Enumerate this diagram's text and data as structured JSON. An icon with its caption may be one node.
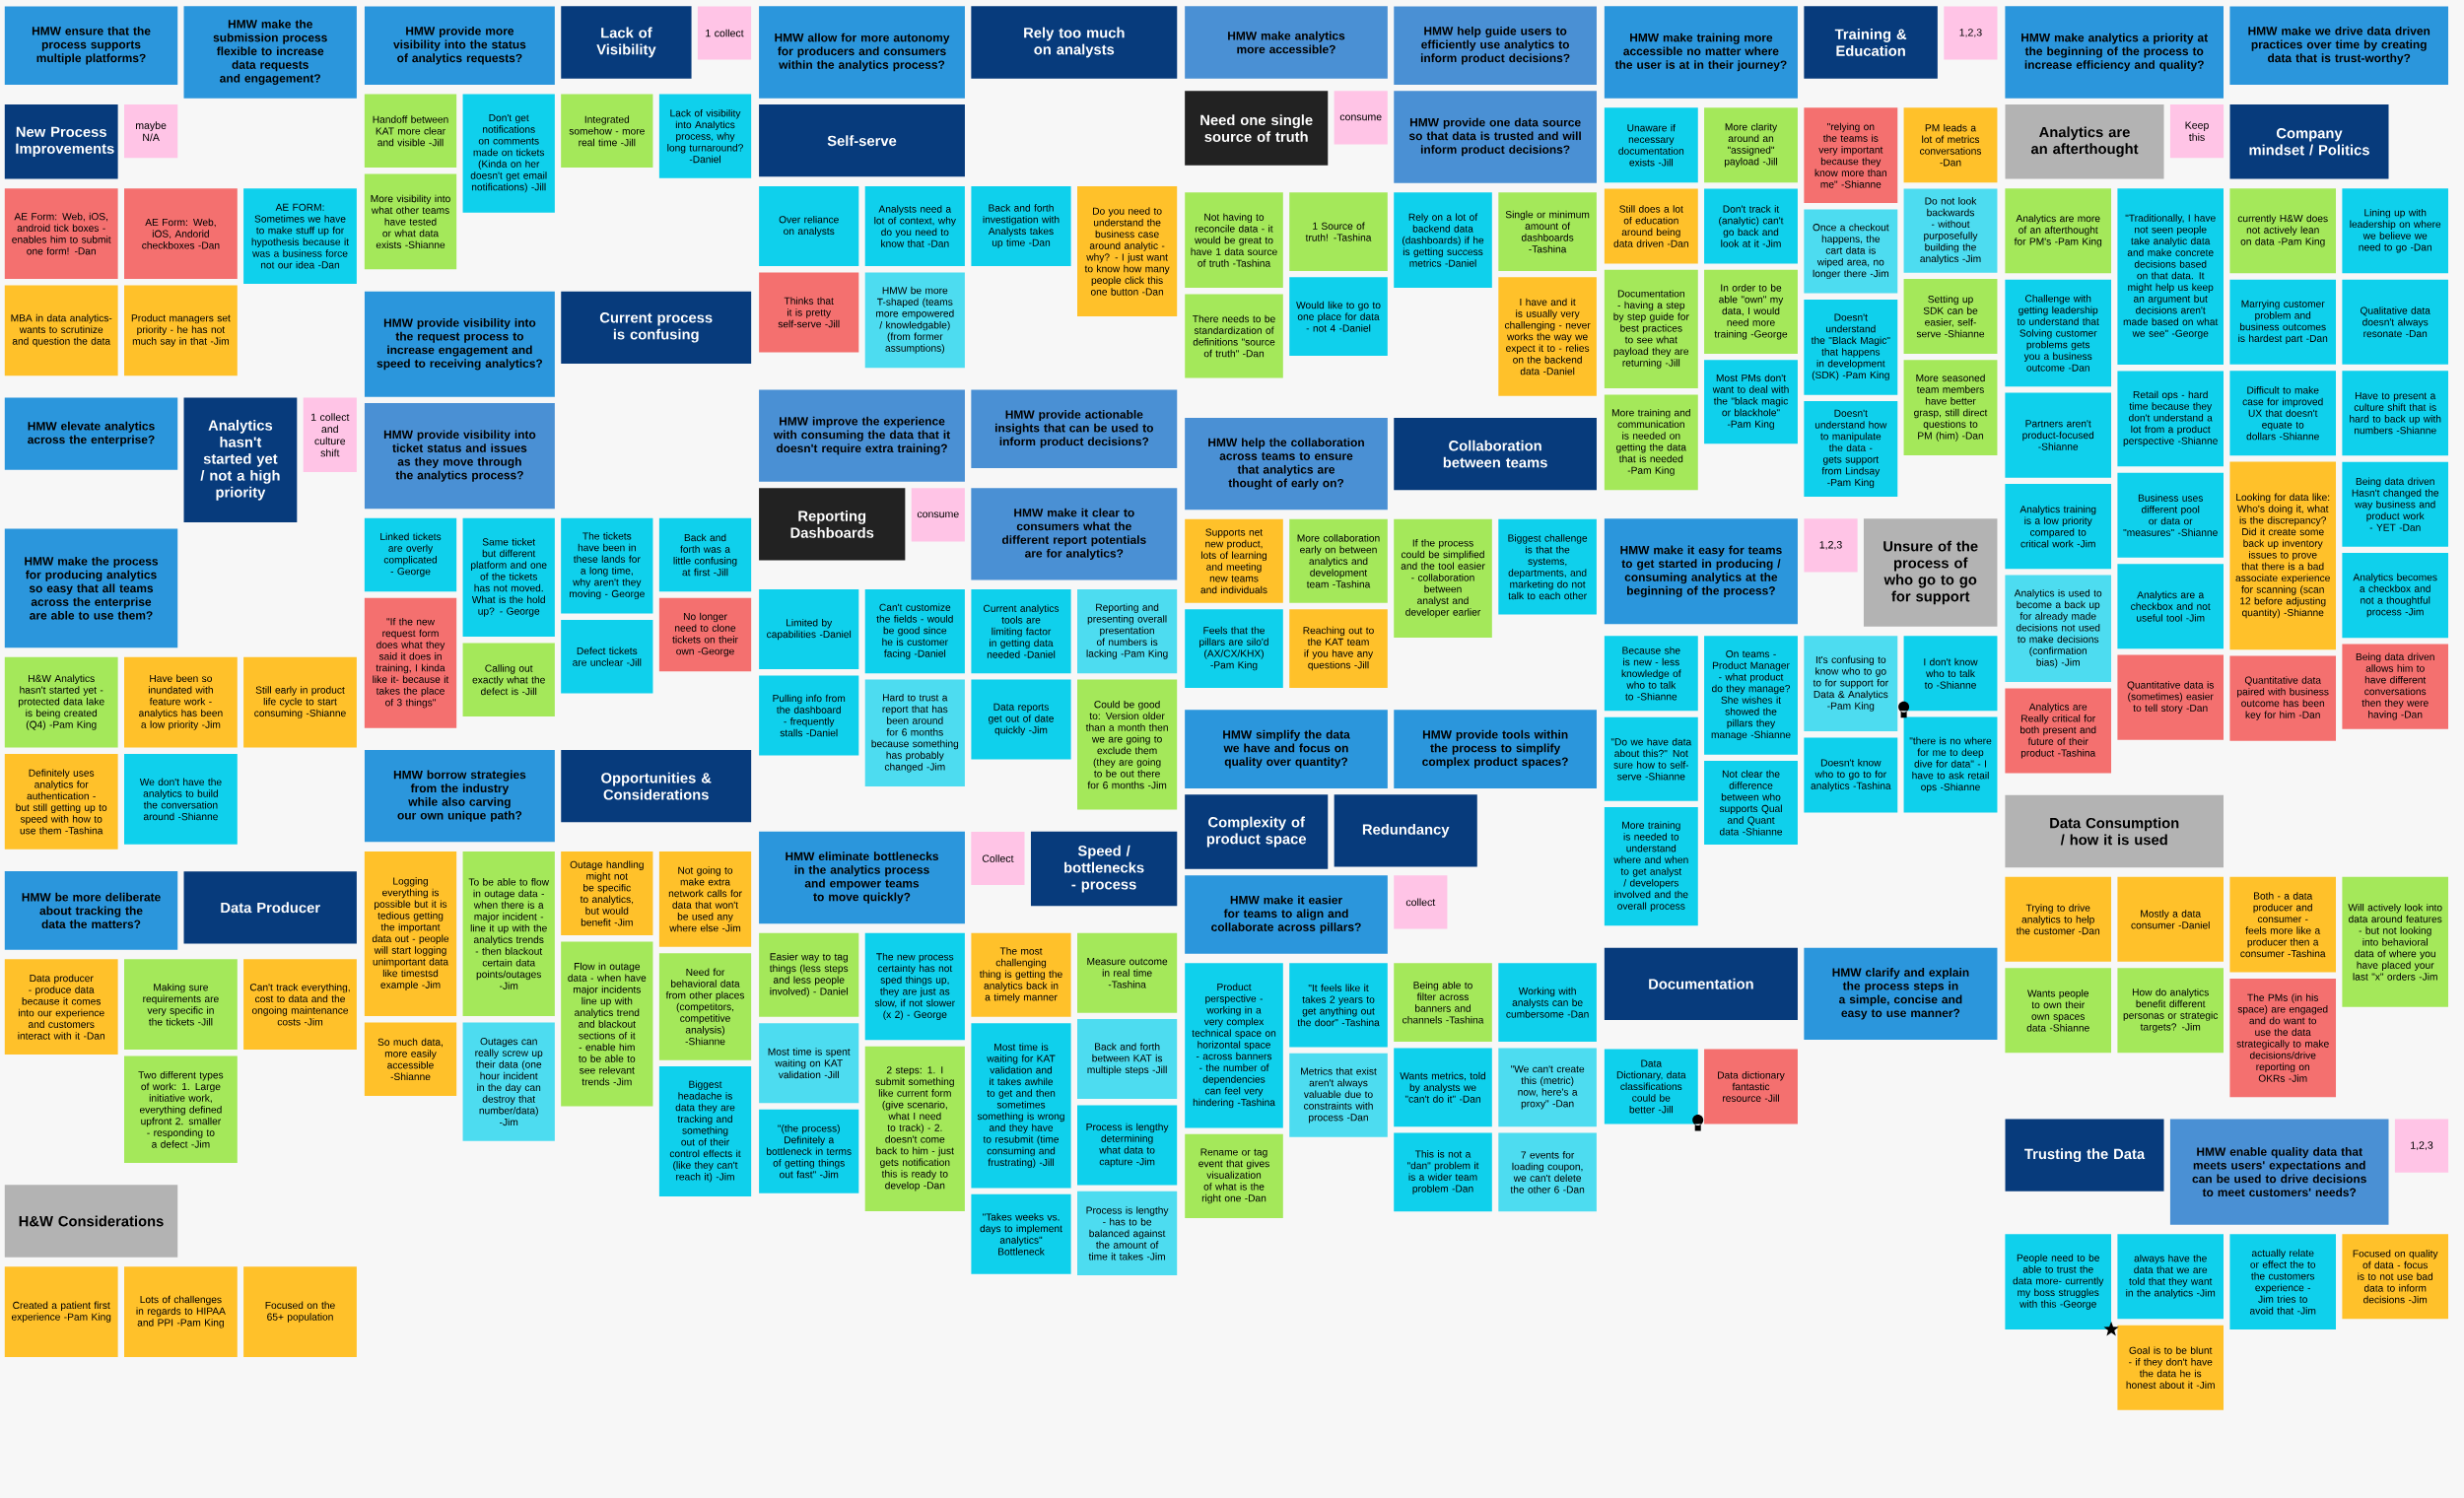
{
  "diagram": {
    "nodes": [
      {
        "text": [
          "HMW ensure that the process supports multiple platforms?"
        ]
      },
      {
        "text": [
          "HMW make the submission process flexible to increase data requests and engagement?"
        ]
      },
      {
        "text": [
          "New Process Improvements"
        ]
      },
      {
        "text": [
          "maybe N/A"
        ]
      },
      {
        "text": [
          "AE Form: Web, iOS, android tick boxes - enables him to submit one form! -Dan"
        ]
      },
      {
        "text": [
          "AE Form: Web, iOS, Andorid checkboxes -Dan"
        ]
      },
      {
        "text": [
          "AE FORM: Sometimes we have to make stuff up for hypothesis because it was a business force not our idea -Dan"
        ]
      },
      {
        "text": [
          "HMW provide more visibility into the status of analytics requests?"
        ]
      },
      {
        "text": [
          "HMW provide visibility into the request process to increase engagement and speed to receiving analytics?"
        ]
      },
      {
        "text": [
          "Lack of Visibility"
        ]
      },
      {
        "text": [
          "1 collect"
        ]
      },
      {
        "text": [
          "Current process is confusing"
        ]
      },
      {
        "text": [
          "HMW provide visibility into ticket status and issues as they move through the analytics process?"
        ]
      },
      {
        "text": [
          "Handoff between KAT more clear and visible -Jill"
        ]
      },
      {
        "text": [
          "Don't get notifications on comments made on tickets (Kinda on her doesn't get email notifications) -Jill"
        ]
      },
      {
        "text": [
          "Integrated somehow - more real time -Jill"
        ]
      },
      {
        "text": [
          "Lack of visibility into Analytics process, why long turnaround? -Daniel"
        ]
      },
      {
        "text": [
          "More visibility into what other teams have tested or what data exists -Shianne"
        ]
      },
      {
        "text": [
          "Linked tickets are overly complicated - George"
        ]
      },
      {
        "text": [
          "Same ticket but different platform and one of the tickets has not moved. What is the hold up? - George"
        ]
      },
      {
        "text": [
          "The tickets have been in these lands for a long time, why aren't they moving - George"
        ]
      },
      {
        "text": [
          "Back and forth was a little confusing at first -Jill"
        ]
      },
      {
        "text": [
          "\"If the new request form does what they said it does in training, I kinda like it- because it takes the place of 3 things\""
        ]
      },
      {
        "text": [
          "No longer need to clone tickets on their own -George"
        ]
      },
      {
        "text": [
          "Defect tickets are unclear -Jill"
        ]
      },
      {
        "text": [
          "Calling out exactly what the defect is -Jill"
        ]
      },
      {
        "text": [
          "HMW elevate analytics across the enterprise?"
        ]
      },
      {
        "text": [
          "Analytics hasn't started yet / not a high priority"
        ]
      },
      {
        "text": [
          "1 collect and culture shift"
        ]
      },
      {
        "text": [
          "HMW make the process for producing analytics so easy that all teams across the enterprise are able to use them?"
        ]
      },
      {
        "text": [
          "H&W Analytics hasn't started yet - protected data lake is being created (Q4) -Pam King"
        ]
      },
      {
        "text": [
          "Have been so inundated with feature work - analytics has been a low priority -Jim"
        ]
      },
      {
        "text": [
          "Still early in product life cycle to start consuming -Shianne"
        ]
      },
      {
        "text": [
          "Definitely uses analytics for authentication - but still getting up to speed with how to use them -Tashina"
        ]
      },
      {
        "text": [
          "We don't have the analytics to build the conversation around -Shianne"
        ]
      },
      {
        "text": [
          "MBA in data analytics- wants to scrutinize and question the data"
        ]
      },
      {
        "text": [
          "Product managers set priority - he has not much say in that -Jim"
        ]
      },
      {
        "text": [
          "HMW allow for more autonomy for producers and consumers within the analytics process?"
        ]
      },
      {
        "text": [
          "Rely too much on analysts"
        ]
      },
      {
        "text": [
          "Self-serve"
        ]
      },
      {
        "text": [
          "Over reliance on analysts"
        ]
      },
      {
        "text": [
          "Analysts need a lot of context, why do you need to know that -Dan"
        ]
      },
      {
        "text": [
          "Back and forth investigation with Analysts takes up time -Dan"
        ]
      },
      {
        "text": [
          "Do you need to understand the business case around analytic - why? - I just want to know how many people click this one button -Dan"
        ]
      },
      {
        "text": [
          "Thinks that it is pretty self-serve -Jill"
        ]
      },
      {
        "text": [
          "HMW be more T-shaped (teams more empowered / knowledgable) (from former assumptions)"
        ]
      },
      {
        "text": [
          "HMW improve the experience with consuming the data that it doesn't require extra training?"
        ]
      },
      {
        "text": [
          "HMW provide actionable insights that can be used to inform product decisions?"
        ]
      },
      {
        "text": [
          "Reporting Dashboards"
        ]
      },
      {
        "text": [
          "consume"
        ]
      },
      {
        "text": [
          "HMW make it clear to consumers what the different report potentials are for analytics?"
        ]
      },
      {
        "text": [
          "Limited by capabilities -Daniel"
        ]
      },
      {
        "text": [
          "Can't customize the fields - would be good since he is customer facing -Daniel"
        ]
      },
      {
        "text": [
          "Current analytics tools are limiting factor in getting data needed -Daniel"
        ]
      },
      {
        "text": [
          "Reporting and presenting overall presentation of numbers is lacking -Pam King"
        ]
      },
      {
        "text": [
          "Pulling info from the dashboard - frequently stalls -Daniel"
        ]
      },
      {
        "text": [
          "Hard to trust a report that has been around for 6 months because something has probably changed -Jim"
        ]
      },
      {
        "text": [
          "Data reports get out of date quickly -Jim"
        ]
      },
      {
        "text": [
          "Could be good to: Version older than a month then we are going to exclude them (they are going to be out there for 6 months -Jim"
        ]
      },
      {
        "text": [
          "HMW make analytics more accessible?"
        ]
      },
      {
        "text": [
          "HMW help guide users to efficiently use analytics to inform product decisions?"
        ]
      },
      {
        "text": [
          "Need one single source of truth"
        ]
      },
      {
        "text": [
          "consume"
        ]
      },
      {
        "text": [
          "HMW provide one data source so that data is trusted and will inform product decisions?"
        ]
      },
      {
        "text": [
          "Not having to reconcile data - it would be great to have 1 data source of truth -Tashina"
        ]
      },
      {
        "text": [
          "1 Source of truth! -Tashina"
        ]
      },
      {
        "text": [
          "Rely on a lot of backend data (dashboards) if he is getting success metrics -Daniel"
        ]
      },
      {
        "text": [
          "Single or minimum amount of dashboards -Tashina"
        ]
      },
      {
        "text": [
          "Would like to go to one place for data - not 4 -Daniel"
        ]
      },
      {
        "text": [
          "I have and it is usually very challenging - never works the way we expect it to - relies on the backend data -Daniel"
        ]
      },
      {
        "text": [
          "There needs to be standardization of definitions \"source of truth\" -Dan"
        ]
      },
      {
        "text": [
          "HMW help the collaboration across teams to ensure that analytics are thought of early on?"
        ]
      },
      {
        "text": [
          "Collaboration between teams"
        ]
      },
      {
        "text": [
          "Supports net new product, lots of learning and meeting new teams and individuals"
        ]
      },
      {
        "text": [
          "More collaboration early on between analytics and development team -Tashina"
        ]
      },
      {
        "text": [
          "If the process could be simplified and the tool easier - collaboration between analyst and developer earlier"
        ]
      },
      {
        "text": [
          "Biggest challenge is that the systems, departments, and marketing do not talk to each other"
        ]
      },
      {
        "text": [
          "Feels that the pillars are silo'd (AX/CX/KHX) -Pam King"
        ]
      },
      {
        "text": [
          "Reaching out to the KAT team if you have any questions -Jill"
        ]
      },
      {
        "text": [
          "HMW make training more accessible no matter where the user is at in their journey?"
        ]
      },
      {
        "text": [
          "Training & Education"
        ]
      },
      {
        "text": [
          "1,2,3"
        ]
      },
      {
        "text": [
          "Unaware if necessary documentation exists -Jill"
        ]
      },
      {
        "text": [
          "More clarity around an \"assigned\" payload -Jill"
        ]
      },
      {
        "text": [
          "\"relying on the teams is very important because they know more than me\" -Shianne"
        ]
      },
      {
        "text": [
          "PM leads a lot of metrics conversations -Dan"
        ]
      },
      {
        "text": [
          "Still does a lot of education around being data driven -Dan"
        ]
      },
      {
        "text": [
          "Don't track it (analytic) can't go back and look at it -Jim"
        ]
      },
      {
        "text": [
          "Do not look backwards - without purposefully building the analytics -Jim"
        ]
      },
      {
        "text": [
          "Once a checkout happens, the cart data is wiped area, no longer there -Jim"
        ]
      },
      {
        "text": [
          "Documentation - having a step by step guide for best practices to see what payload they are returning -Jill"
        ]
      },
      {
        "text": [
          "In order to be able \"own\" my data, I would need more training -George"
        ]
      },
      {
        "text": [
          "Setting up SDK can be easier, self-serve -Shianne"
        ]
      },
      {
        "text": [
          "Doesn't understand the \"Black Magic\" that happens in development (SDK) -Pam King"
        ]
      },
      {
        "text": [
          "Most PMs don't want to deal with the \"black magic or blackhole\" -Pam King"
        ]
      },
      {
        "text": [
          "More seasoned team members have better grasp, still direct questions to PM (him) -Dan"
        ]
      },
      {
        "text": [
          "More training and communication is needed on getting the data that is needed -Pam King"
        ]
      },
      {
        "text": [
          "Doesn't understand how to manipulate the data - gets support from Lindsay -Pam King"
        ]
      },
      {
        "text": [
          "HMW make analytics a priority at the beginning of the process to increase efficiency and quality?"
        ]
      },
      {
        "text": [
          "HMW make we drive data driven practices over time by creating data that is trust-worthy?"
        ]
      },
      {
        "text": [
          "Analytics are an afterthought"
        ]
      },
      {
        "text": [
          "Keep this"
        ]
      },
      {
        "text": [
          "Company mindset / Politics"
        ]
      },
      {
        "text": [
          "Data Consumption / how it is used"
        ]
      },
      {
        "text": [
          "Analytics are more of an afterthought for PM's -Pam King"
        ]
      },
      {
        "text": [
          "\"Traditionally, I have not seen people take analytic data and make concrete decisions based on that data. It might help us keep an argument but decisions aren't made based on what we see\" -George"
        ]
      },
      {
        "text": [
          "currently H&W does not actively lean on data -Pam King"
        ]
      },
      {
        "text": [
          "Lining up with leadership on where we believe we need to go -Dan"
        ]
      },
      {
        "text": [
          "Challenge with getting leadership to understand that Solving customer problems gets you a business outcome -Dan"
        ]
      },
      {
        "text": [
          "Marrying customer problem and business outcomes is hardest part -Dan"
        ]
      },
      {
        "text": [
          "Qualitative data doesn't always resonate -Dan"
        ]
      },
      {
        "text": [
          "Difficult to make case for improved UX that doesn't equate to dollars -Shianne"
        ]
      },
      {
        "text": [
          "Have to present a culture shift that is hard to back up with numbers -Shianne"
        ]
      },
      {
        "text": [
          "Retail ops - hard time because they don't understand a lot from a product perspective -Shianne"
        ]
      },
      {
        "text": [
          "Partners aren't product-focused -Shianne"
        ]
      },
      {
        "text": [
          "Looking for data like: Who's doing it, what is the discrepancy? Did it create some back up inventory issues to prove that there is a bad associate experience for scanning (scan 12 before adjusting quantity) -Shianne"
        ]
      },
      {
        "text": [
          "Being data driven Hasn't changed the way business and product work - YET -Dan"
        ]
      },
      {
        "text": [
          "Business uses different pool or data or \"measures\" -Shianne"
        ]
      },
      {
        "text": [
          "Analytics training is a low priority compared to critical work -Jim"
        ]
      },
      {
        "text": [
          "Analytics becomes a checkbox and not a thoughtful process -Jim"
        ]
      },
      {
        "text": [
          "Analytics are a checkbox and not useful tool -Jim"
        ]
      },
      {
        "text": [
          "Analytics is used to become a back up for already made decisions not used to make decisions (confirmation bias) -Jim"
        ]
      },
      {
        "text": [
          "Being data driven allows him to have different conversations then they were having -Dan"
        ]
      },
      {
        "text": [
          "Quantitative data is (sometimes) easier to tell story -Dan"
        ]
      },
      {
        "text": [
          "Quantitative data paired with business outcome has been key for him -Dan"
        ]
      },
      {
        "text": [
          "Analytics are Really critical for both present and future of their product -Tashina"
        ]
      },
      {
        "text": [
          "Trying to drive analytics to help the customer -Dan"
        ]
      },
      {
        "text": [
          "Mostly a data consumer -Daniel"
        ]
      },
      {
        "text": [
          "Both - a data producer and consumer - feels more like a producer then a consumer -Tashina"
        ]
      },
      {
        "text": [
          "Will actively look into data around features - but not looking into behavioral data of where you have placed your last \"x\" orders -Jim"
        ]
      },
      {
        "text": [
          "Wants people to own their own spaces data -Shianne"
        ]
      },
      {
        "text": [
          "How do analytics benefit different personas or strategic targets? -Jim"
        ]
      },
      {
        "text": [
          "The PMs (in his space) are engaged and do want to use the data strategically to make decisions/drive reporting on OKRs -Jim"
        ]
      },
      {
        "text": [
          "HMW be more deliberate about tracking the data the matters?"
        ]
      },
      {
        "text": [
          "Data Producer"
        ]
      },
      {
        "text": [
          "Data producer - produce data because it comes into our experience and customers interact with it -Dan"
        ]
      },
      {
        "text": [
          "Making sure requirements are very specific in the tickets -Jill"
        ]
      },
      {
        "text": [
          "Can't track everything, cost to data and the ongoing maintenance costs -Jim"
        ]
      },
      {
        "text": [
          "Two different types of work: 1. Large initiative work, everything defined upfront 2. smaller - responding to a defect -Jim"
        ]
      },
      {
        "text": [
          "H&W Considerations"
        ]
      },
      {
        "text": [
          "Created a patient first experience -Pam King"
        ]
      },
      {
        "text": [
          "Lots of challenges in regards to HIPAA and PPI -Pam King"
        ]
      },
      {
        "text": [
          "Focused on the 65+ population"
        ]
      },
      {
        "text": [
          "HMW borrow strategies from the industry while also carving our own unique path?"
        ]
      },
      {
        "text": [
          "Opportunities & Considerations"
        ]
      },
      {
        "text": [
          "Logging everything is possible but it is tedious getting the important data out - people will start logging unimportant data like timestsd example -Jim"
        ]
      },
      {
        "text": [
          "To be able to flow in outage data - when there is a major incident - line it up with the analytics trends - then blackout certain data points/outages -Jim"
        ]
      },
      {
        "text": [
          "Outage handling might not be specific to analytics, but would benefit -Jim"
        ]
      },
      {
        "text": [
          "Not going to make extra network calls for data that won't be used any where else -Jim"
        ]
      },
      {
        "text": [
          "Flow in outage data - when have major incidents line up with analytics trend and blackout sections of it - enable him to be able to see relevant trends -Jim"
        ]
      },
      {
        "text": [
          "Need for behavioral data from other places (competitors, competitive analysis) -Shianne"
        ]
      },
      {
        "text": [
          "So much data, more easily accessible -Shianne"
        ]
      },
      {
        "text": [
          "Outages can really screw up their data (one hour incident in the day can destroy that number/data) -Jim"
        ]
      },
      {
        "text": [
          "Biggest headache is data they are tracking and something out of their control effects it (like they can't reach it) -Jim"
        ]
      },
      {
        "text": [
          "HMW eliminate bottlenecks in the analytics process and empower teams to move quickly?"
        ]
      },
      {
        "text": [
          "Collect"
        ]
      },
      {
        "text": [
          "Speed / bottlenecks - process"
        ]
      },
      {
        "text": [
          "Easier way to tag things (less steps and less people involved) - Daniel"
        ]
      },
      {
        "text": [
          "The new process certainty has not sped things up, they are just as slow, if not slower (x 2) - George"
        ]
      },
      {
        "text": [
          "The most challenging thing is getting the analytics back in a timely manner"
        ]
      },
      {
        "text": [
          "Measure outcome in real time -Tashina"
        ]
      },
      {
        "text": [
          "Back and forth between KAT is multiple steps -Jill"
        ]
      },
      {
        "text": [
          "Most time is spent waiting on KAT validation -Jill"
        ]
      },
      {
        "text": [
          "Most time is waiting for KAT validation and it takes awhile to get and then sometimes something is wrong and they have to resubmit (time consuming and frustrating) -Jill"
        ]
      },
      {
        "text": [
          "2 steps: 1. I submit something like current form (give scenario, what I need to track) - 2. doesn't come back to him - just gets notification this is ready to develop -Dan"
        ]
      },
      {
        "text": [
          "Process is lengthy determining what data to capture -Jim"
        ]
      },
      {
        "text": [
          "\"(the process) Definitely a bottleneck in terms of getting things out fast\" -Jim"
        ]
      },
      {
        "text": [
          "Process is lengthy - has to be balanced against the amount of time it takes -Jim"
        ]
      },
      {
        "text": [
          "\"Takes weeks vs. days to implement analytics\" Bottleneck"
        ]
      },
      {
        "text": [
          "HMW simplify the data we have and focus on quality over quantity?"
        ]
      },
      {
        "text": [
          "HMW provide tools within the process to simplify complex product spaces?"
        ]
      },
      {
        "text": [
          "Complexity of product space"
        ]
      },
      {
        "text": [
          "Redundancy"
        ]
      },
      {
        "text": [
          "HMW make it easier for teams to align and collaborate across pillars?"
        ]
      },
      {
        "text": [
          "collect"
        ]
      },
      {
        "text": [
          "Product perspective - working in a very complex technical space on horizontal space - across banners - the number of dependencies can feel very hindering -Tashina"
        ]
      },
      {
        "text": [
          "\"It feels like it takes 2 years to get anything out the door\" -Tashina"
        ]
      },
      {
        "text": [
          "Being able to filter across banners and channels -Tashina"
        ]
      },
      {
        "text": [
          "Working with analysts can be cumbersome -Dan"
        ]
      },
      {
        "text": [
          "Wants metrics, told by analysts we \"can't do it\" -Dan"
        ]
      },
      {
        "text": [
          "\"We can't create this (metric) now, here's a proxy\" -Dan"
        ]
      },
      {
        "text": [
          "Metrics that exist aren't always valuable due to constraints with process -Dan"
        ]
      },
      {
        "text": [
          "This is not a \"dan\" problem it is a wider team problem -Dan"
        ]
      },
      {
        "text": [
          "7 events for loading coupon, we can't delete the other 6 -Dan"
        ]
      },
      {
        "text": [
          "Rename or tag event that gives visualization of what is the right one -Dan"
        ]
      },
      {
        "text": [
          "HMW make it easy for teams to get started in producing / consuming analytics at the beginning of the process?"
        ]
      },
      {
        "text": [
          "1,2,3"
        ]
      },
      {
        "text": [
          "Unsure of the process of who go to go for support"
        ]
      },
      {
        "text": [
          "Because she is new - less knowledge of who to talk to -Shianne"
        ]
      },
      {
        "text": [
          "On teams - Product Manager - what product do they manage? She wishes it showed the pillars they manage -Shianne"
        ]
      },
      {
        "text": [
          "It's confusing to know who to go to for support for Data & Analytics -Pam King"
        ]
      },
      {
        "text": [
          "I don't know who to talk to -Shianne"
        ]
      },
      {
        "text": [
          "\"Do we have data about this?\" Not sure how to self-serve -Shianne"
        ]
      },
      {
        "text": [
          "\"there is no where for me to deep dive for data\" - I have to ask retail ops -Shianne"
        ]
      },
      {
        "text": [
          "Doesn't know who to go to for analytics -Tashina"
        ]
      },
      {
        "text": [
          "Not clear the difference between who supports Qual and Quant data -Shianne"
        ]
      },
      {
        "text": [
          "More training is needed to understand where and when to get analyst / developers involved and the overall process"
        ]
      },
      {
        "text": [
          "Trusting the Data"
        ]
      },
      {
        "text": [
          "HMW enable quality data that meets users' expectations and can be used to drive decisions to meet customers' needs?"
        ]
      },
      {
        "text": [
          "1,2,3"
        ]
      },
      {
        "text": [
          "People need to be able to trust the data more- currently my boss struggles with this -George"
        ]
      },
      {
        "text": [
          "always have the data that we are told that they want in the analytics -Jim"
        ]
      },
      {
        "text": [
          "actually relate or effect the to the customers experience - Jim tries to avoid that -Jim"
        ]
      },
      {
        "text": [
          "Focused on quality of data - focus is to not use bad data to inform decisions -Jim"
        ]
      },
      {
        "text": [
          "Goal is to be blunt - if they don't have the data he is honest about it -Jim"
        ]
      },
      {
        "text": [
          "Documentation"
        ]
      },
      {
        "text": [
          "HMW clarify and explain the process steps in a simple, concise and easy to use manner?"
        ]
      },
      {
        "text": [
          "Data Dictionary, data classifications could be better -Jill"
        ]
      },
      {
        "text": [
          "Data dictionary fantastic resource -Jill"
        ]
      }
    ]
  }
}
